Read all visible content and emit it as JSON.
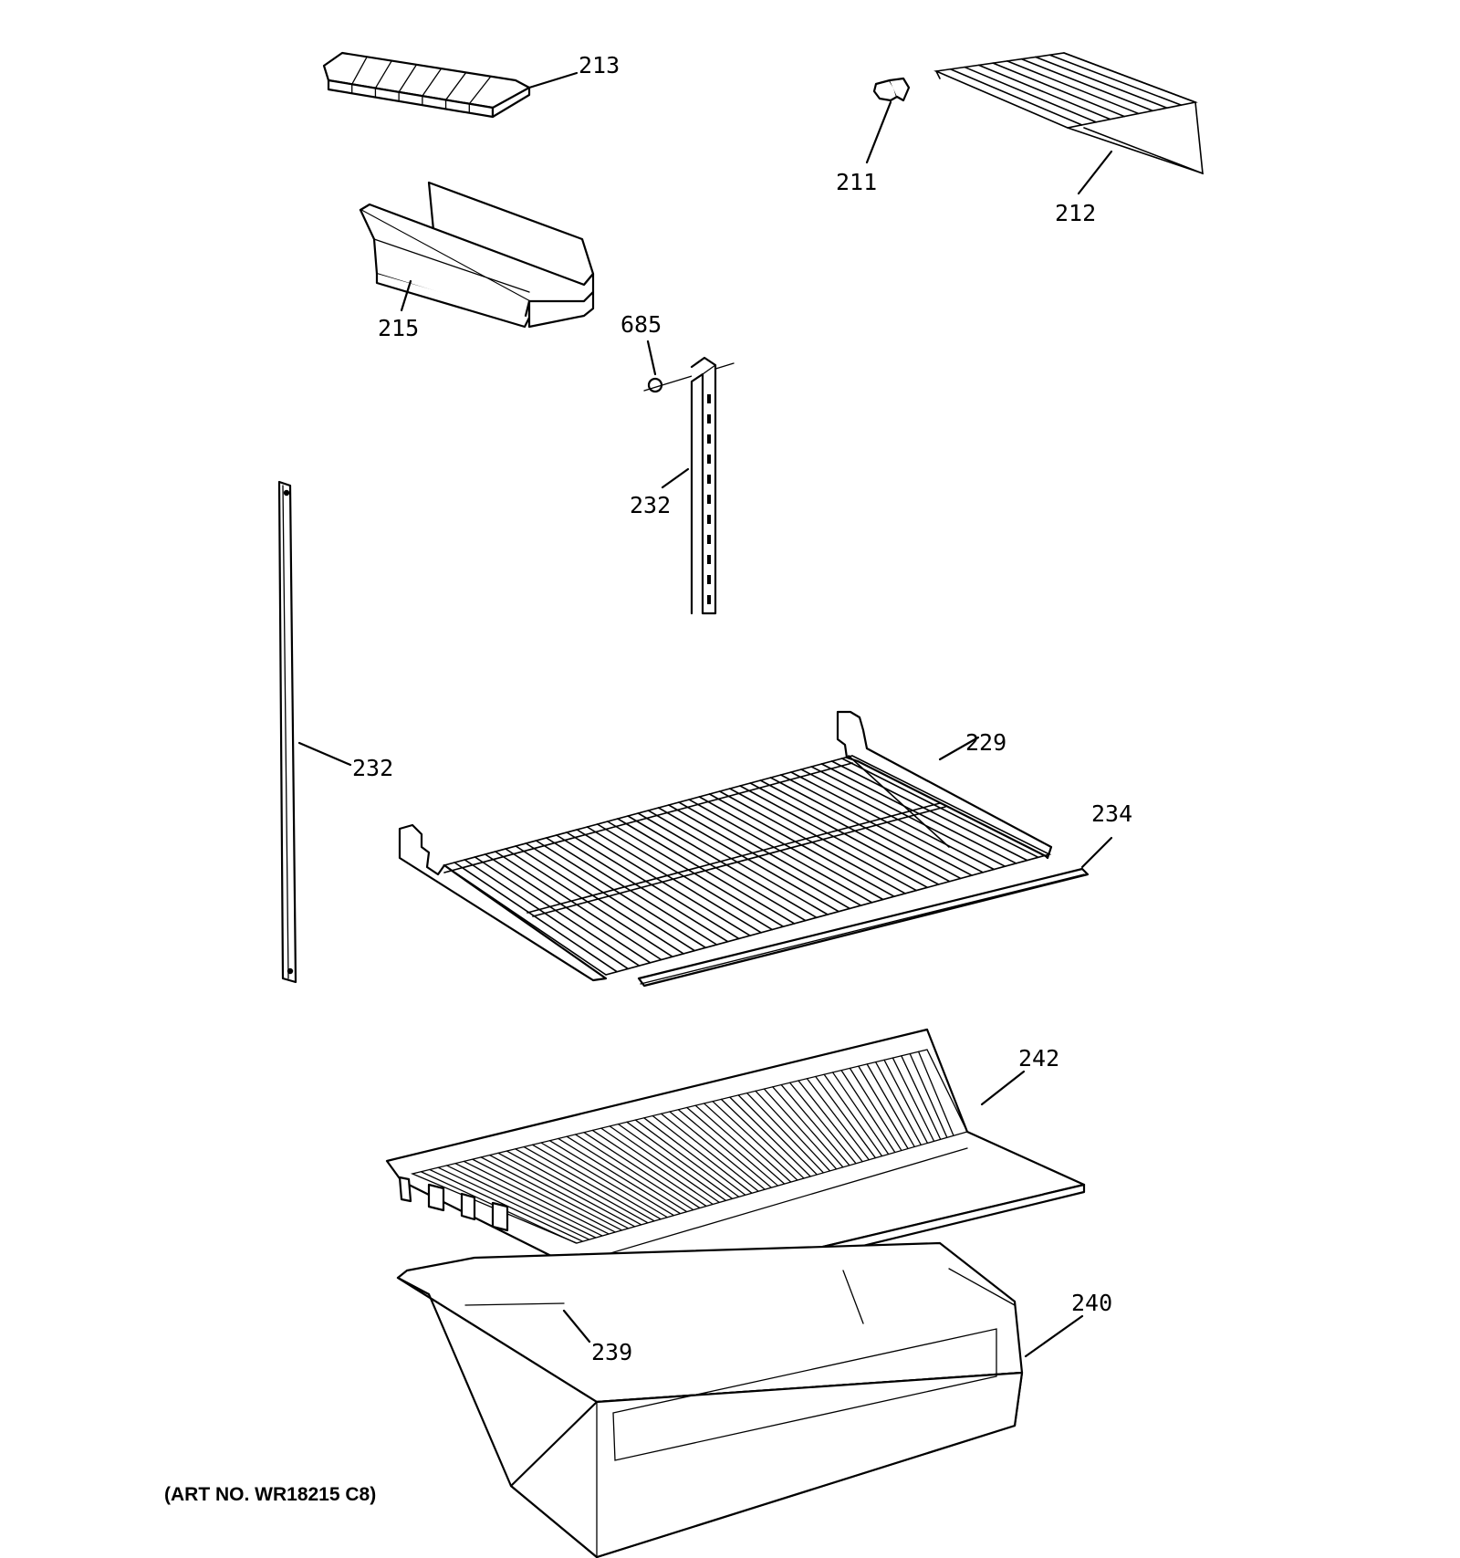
{
  "callouts": {
    "c213": "213",
    "c211": "211",
    "c212": "212",
    "c215": "215",
    "c685": "685",
    "c232_upper": "232",
    "c232_left": "232",
    "c229": "229",
    "c234": "234",
    "c242": "242",
    "c240": "240",
    "c239": "239"
  },
  "art_number": "(ART NO. WR18215 C8)"
}
